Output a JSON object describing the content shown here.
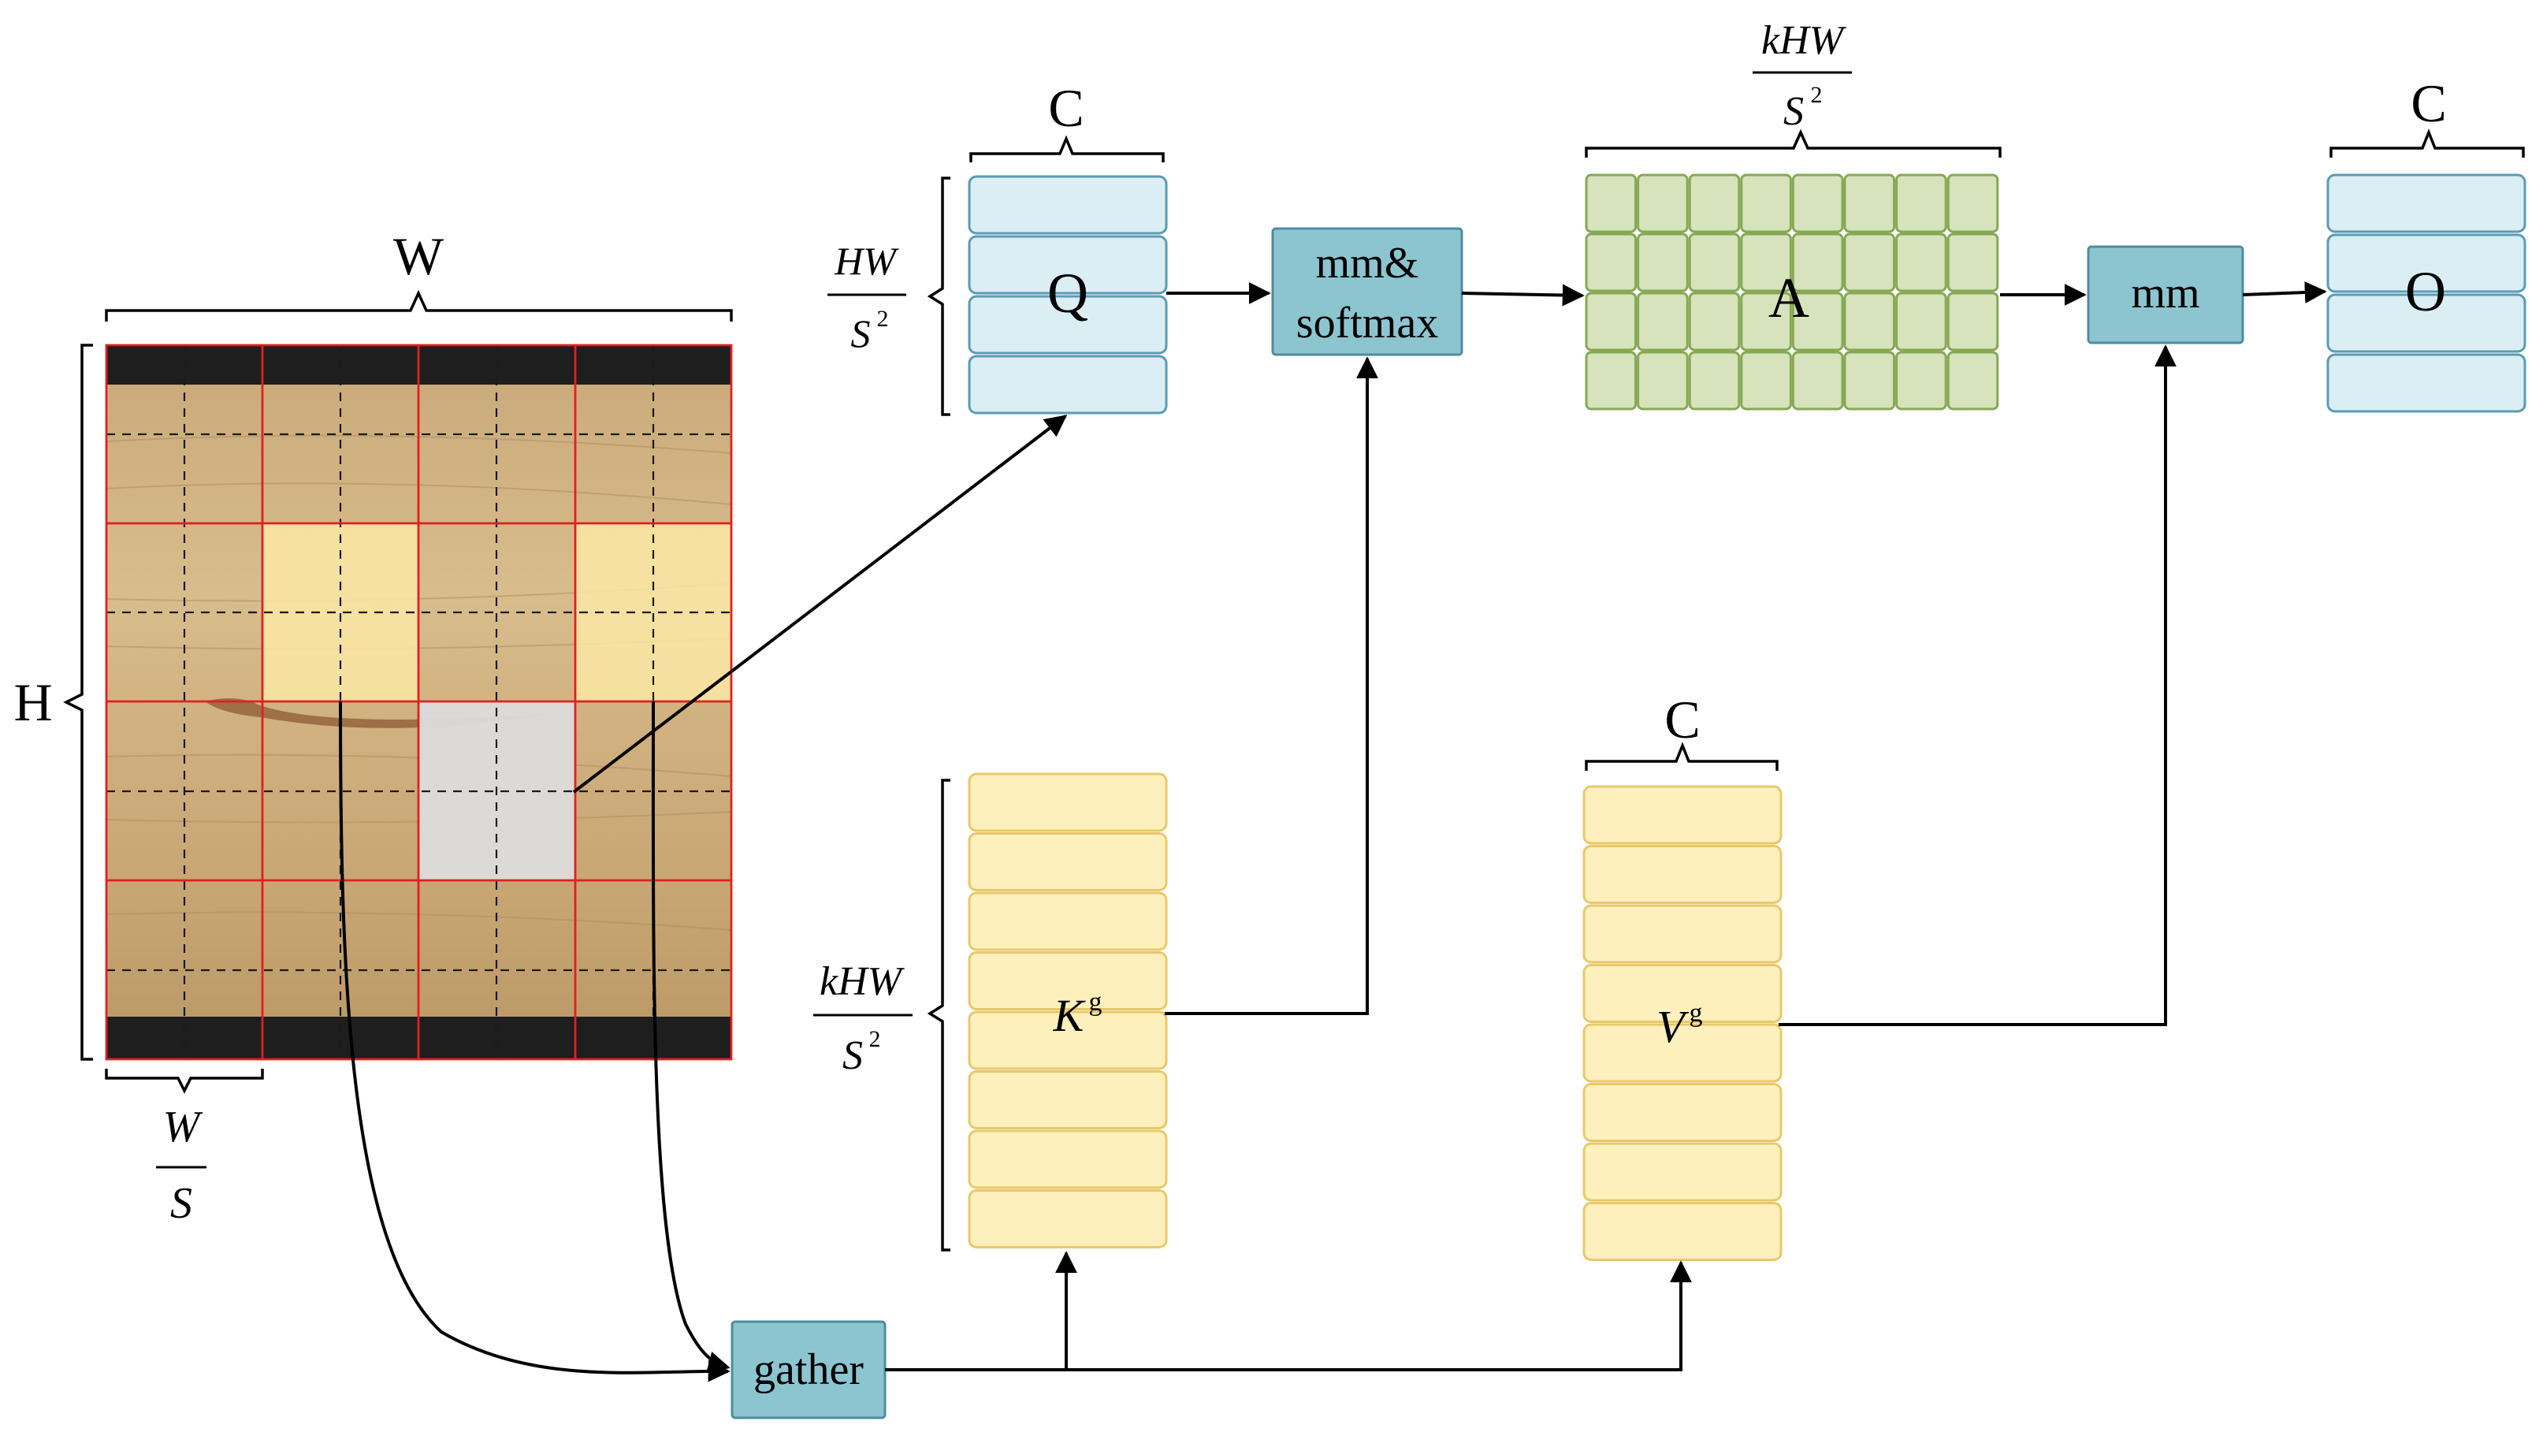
{
  "image_panel": {
    "width_label": "W",
    "height_label": "H",
    "patch_label_num": "W",
    "patch_label_den": "S"
  },
  "query": {
    "channel_label": "C",
    "name": "Q",
    "rows_label_num": "HW",
    "rows_label_den_base": "S",
    "rows_label_den_exp": "2"
  },
  "op_mm_softmax": {
    "line1": "mm&",
    "line2": "softmax"
  },
  "attention": {
    "name": "A",
    "cols_label_num": "kHW",
    "cols_label_den_base": "S",
    "cols_label_den_exp": "2"
  },
  "op_mm": {
    "label": "mm"
  },
  "output": {
    "channel_label": "C",
    "name": "O"
  },
  "key": {
    "name_base": "K",
    "name_sup": "g",
    "rows_label_num": "kHW",
    "rows_label_den_base": "S",
    "rows_label_den_exp": "2"
  },
  "value": {
    "channel_label": "C",
    "name_base": "V",
    "name_sup": "g"
  },
  "op_gather": {
    "label": "gather"
  },
  "colors": {
    "query_fill": "#daeef4",
    "query_stroke": "#5b9bb4",
    "key_fill": "#fdf0bd",
    "key_stroke": "#e8c86a",
    "attention_fill": "#d6e3bc",
    "attention_stroke": "#86a955",
    "op_fill": "#8cc5d0",
    "op_stroke": "#4e8d9c",
    "grid_red": "#e02020",
    "highlight_yellow": "#fce8a6",
    "highlight_gray": "#d8d8d8"
  }
}
